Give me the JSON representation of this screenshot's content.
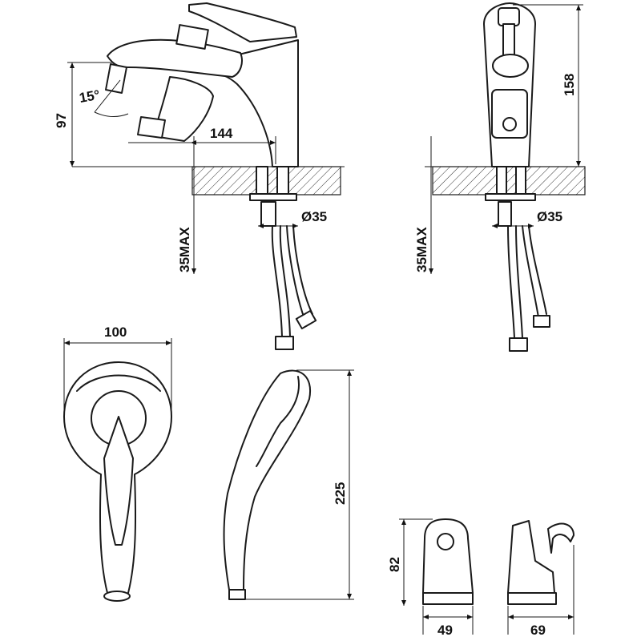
{
  "dimensions": {
    "spout_angle": "15°",
    "outlet_height": "97",
    "spout_reach": "144",
    "hole_diameter_side": "Ø35",
    "deck_thickness_side": "35MAX",
    "total_height": "158",
    "hole_diameter_front": "Ø35",
    "deck_thickness_front": "35MAX",
    "shower_head_width": "100",
    "shower_length": "225",
    "holder_height": "82",
    "holder_width": "49",
    "holder_depth": "69"
  },
  "colors": {
    "line": "#1a1a1a",
    "background": "#ffffff"
  }
}
